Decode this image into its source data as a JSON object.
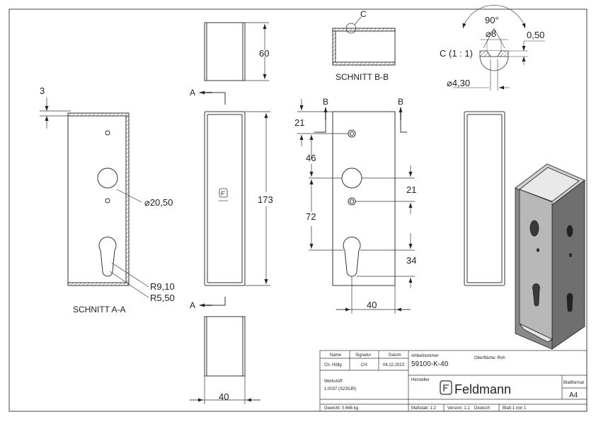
{
  "drawing": {
    "section_aa": "SCHNITT A-A",
    "section_bb": "SCHNITT B-B",
    "detail_c": "C (1 : 1)",
    "marker_c": "C",
    "marker_a": "A",
    "marker_b": "B",
    "dims": {
      "wall": "3",
      "hole_dia": "⌀20,50",
      "r_large": "R9,10",
      "r_small": "R5,50",
      "top_height": "60",
      "height": "173",
      "width": "40",
      "d21_top": "21",
      "d46": "46",
      "d72": "72",
      "d21_mid": "21",
      "d34": "34",
      "d40_front": "40",
      "angle": "90°",
      "dia8": "⌀8",
      "depth": "0,50",
      "dia430": "⌀4,30"
    },
    "logo_text_small": "Feldmann"
  },
  "title_block": {
    "h_name": "Name",
    "h_signatur": "Signatur",
    "h_datum": "Datum",
    "v_name": "Ch. Höllg",
    "v_signatur": "CH",
    "v_datum": "04.12.2023",
    "artikel_label": "Artikelnummer",
    "artikel_value": "59100-K-40",
    "oberflaeche": "Oberfläche: Roh",
    "werkstoff_label": "Werkstoff:",
    "werkstoff_value": "1.0037 (S235JR)",
    "hersteller_label": "Hersteller",
    "brand": "Feldmann",
    "blattformat_label": "Blattformat",
    "blattformat_value": "A4",
    "gewicht": "Gewicht: 0.666 kg",
    "massstab": "Maßstab: 1:2",
    "version": "Version: 1.1",
    "sprache": "Deutsch",
    "blatt": "Blatt 1 von 1"
  }
}
